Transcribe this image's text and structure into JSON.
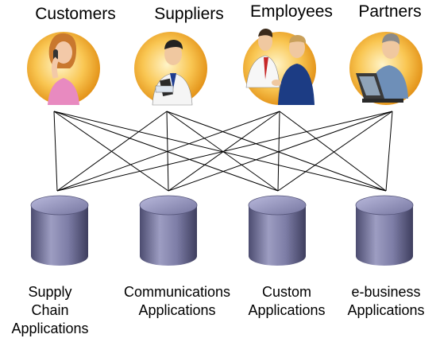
{
  "actors": [
    {
      "id": "customers",
      "label": "Customers",
      "icon": "phone-woman-icon"
    },
    {
      "id": "suppliers",
      "label": "Suppliers",
      "icon": "clipboard-man-icon"
    },
    {
      "id": "employees",
      "label": "Employees",
      "icon": "handshake-icon"
    },
    {
      "id": "partners",
      "label": "Partners",
      "icon": "laptop-man-icon"
    }
  ],
  "applications": [
    {
      "id": "supply-chain",
      "lines": [
        "Supply",
        "Chain",
        "Applications"
      ],
      "icon": "database-icon"
    },
    {
      "id": "communications",
      "lines": [
        "Communications",
        "Applications"
      ],
      "icon": "database-icon"
    },
    {
      "id": "custom",
      "lines": [
        "Custom",
        "Applications"
      ],
      "icon": "database-icon"
    },
    {
      "id": "e-business",
      "lines": [
        "e-business",
        "Applications"
      ],
      "icon": "database-icon"
    }
  ],
  "colors": {
    "circle_inner": "#fde9a6",
    "circle_outer": "#e69a12",
    "cylinder_dark": "#4a4a6e",
    "cylinder_light": "#a8a8cc",
    "connector": "#000000"
  }
}
